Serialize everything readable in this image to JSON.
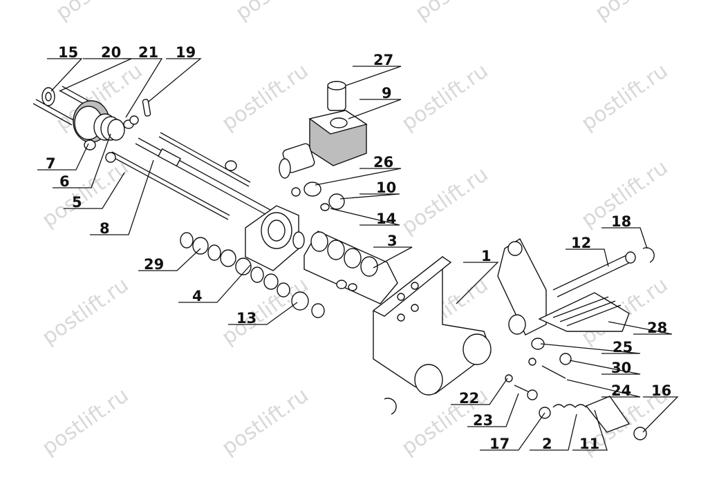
{
  "watermark": "postlift.ru",
  "callouts": [
    {
      "id": "1",
      "text": "1"
    },
    {
      "id": "2",
      "text": "2"
    },
    {
      "id": "3",
      "text": "3"
    },
    {
      "id": "4",
      "text": "4"
    },
    {
      "id": "5",
      "text": "5"
    },
    {
      "id": "6",
      "text": "6"
    },
    {
      "id": "7",
      "text": "7"
    },
    {
      "id": "8",
      "text": "8"
    },
    {
      "id": "9",
      "text": "9"
    },
    {
      "id": "10",
      "text": "10"
    },
    {
      "id": "11",
      "text": "11"
    },
    {
      "id": "12",
      "text": "12"
    },
    {
      "id": "13",
      "text": "13"
    },
    {
      "id": "14",
      "text": "14"
    },
    {
      "id": "15",
      "text": "15"
    },
    {
      "id": "16",
      "text": "16"
    },
    {
      "id": "17",
      "text": "17"
    },
    {
      "id": "18",
      "text": "18"
    },
    {
      "id": "19",
      "text": "19"
    },
    {
      "id": "20",
      "text": "20"
    },
    {
      "id": "21",
      "text": "21"
    },
    {
      "id": "22",
      "text": "22"
    },
    {
      "id": "23",
      "text": "23"
    },
    {
      "id": "24",
      "text": "24"
    },
    {
      "id": "25",
      "text": "25"
    },
    {
      "id": "26",
      "text": "26"
    },
    {
      "id": "27",
      "text": "27"
    },
    {
      "id": "28",
      "text": "28"
    },
    {
      "id": "29",
      "text": "29"
    },
    {
      "id": "30",
      "text": "30"
    }
  ]
}
